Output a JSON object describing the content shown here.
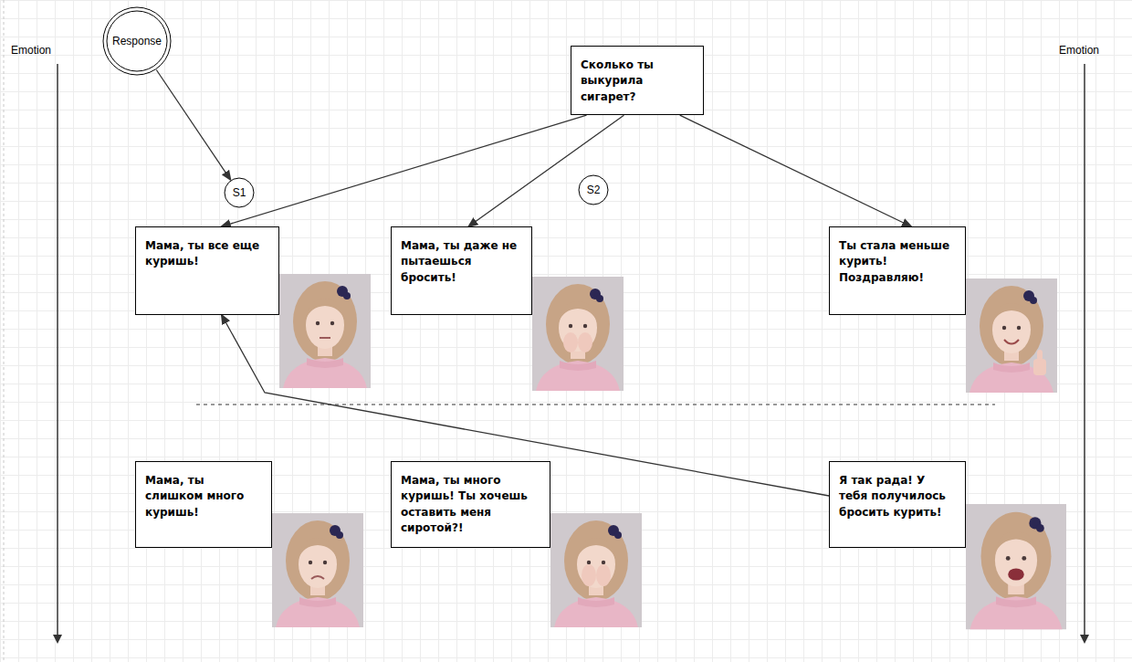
{
  "diagram": {
    "nodes": [
      {
        "text": [
          "Response"
        ]
      },
      {
        "text": [
          "Сколько ты выкурила сигарет?"
        ]
      },
      {
        "text": [
          "S1"
        ]
      },
      {
        "text": [
          "S2"
        ]
      },
      {
        "text": [
          "Мама, ты все еще куришь!"
        ]
      },
      {
        "text": [
          "Мама, ты даже не пытаешься бросить!"
        ]
      },
      {
        "text": [
          "Ты стала меньше курить! Поздравляю!"
        ]
      },
      {
        "text": [
          "Мама, ты слишком много куришь!"
        ]
      },
      {
        "text": [
          "Мама, ты много куришь! Ты хочешь оставить меня сиротой?!"
        ]
      },
      {
        "text": [
          "Я так рада! У тебя получилось бросить курить!"
        ]
      }
    ],
    "edges": [
      {
        "from": 0,
        "to": 2,
        "arrow": "to"
      },
      {
        "from": 1,
        "to": 4,
        "arrow": "to"
      },
      {
        "from": 1,
        "to": 5,
        "arrow": "to"
      },
      {
        "from": 1,
        "to": 6,
        "arrow": "to"
      },
      {
        "from": 9,
        "to": 4,
        "arrow": "to"
      }
    ],
    "labels": [
      "Emotion",
      "Emotion"
    ]
  }
}
